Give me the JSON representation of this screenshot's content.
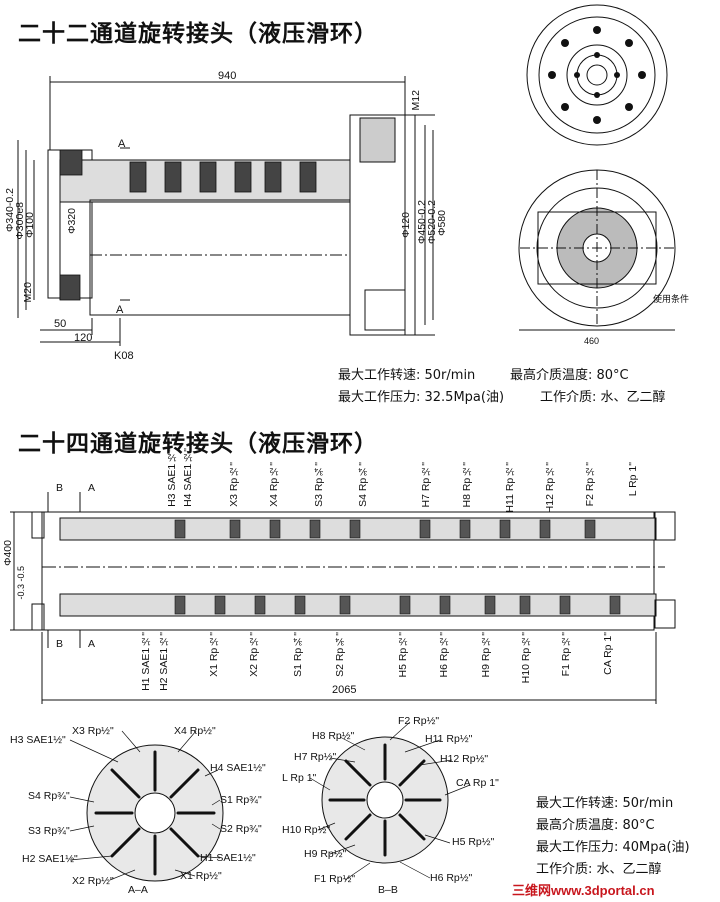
{
  "title1": "二十二通道旋转接头（液压滑环）",
  "title2": "二十四通道旋转接头（液压滑环）",
  "d1": {
    "len940": "940",
    "m12": "M12",
    "m20": "M20",
    "d340": "Φ340-0.2",
    "d300": "Φ300e8",
    "d100": "Φ100",
    "d320": "Φ320",
    "d120": "Φ120",
    "d450": "Φ450-0.2",
    "d520": "Φ520-0.2",
    "d580": "Φ580",
    "d50": "50",
    "d120b": "120",
    "model": "K08",
    "sec_a": "A",
    "cond": "使用条件",
    "d460": "460",
    "spec1": "最大工作转速: 50r/min",
    "spec2": "最高介质温度: 80°C",
    "spec3": "最大工作压力: 32.5Mpa(油)",
    "spec4": "工作介质: 水、乙二醇"
  },
  "d2": {
    "top_labels": [
      "H3 SAE1½\"",
      "H4 SAE1½\"",
      "X3 Rp½\"",
      "X4 Rp½\"",
      "S3 Rp¾\"",
      "S4 Rp¾\"",
      "H7 Rp½\"",
      "H8 Rp½\"",
      "H11 Rp½\"",
      "H12 Rp½\"",
      "F2 Rp½\"",
      "L Rp 1\""
    ],
    "bottom_labels": [
      "H1 SAE1½\"",
      "H2 SAE1½\"",
      "X1 Rp½\"",
      "X2 Rp½\"",
      "S1 Rp¾\"",
      "S2 Rp¾\"",
      "H5 Rp½\"",
      "H6 Rp½\"",
      "H9 Rp½\"",
      "H10 Rp½\"",
      "F1 Rp½\"",
      "CA Rp 1\""
    ],
    "d400": "Φ400",
    "tol": "-0.3 -0.5",
    "len2065": "2065",
    "sec_b": "B",
    "sec_a": "A"
  },
  "aa": {
    "labels": [
      "H3 SAE1½\"",
      "X3 Rp½\"",
      "X4 Rp½\"",
      "H4 SAE1½\"",
      "S4 Rp¾\"",
      "S1 Rp¾\"",
      "S3 Rp¾\"",
      "S2 Rp¾\"",
      "H2 SAE1½\"",
      "H1 SAE1½\"",
      "X2 Rp½\"",
      "X1 Rp½\""
    ],
    "name": "A–A"
  },
  "bb": {
    "labels": [
      "F2 Rp½\"",
      "H8 Rp½\"",
      "H11 Rp½\"",
      "H7 Rp½\"",
      "H12 Rp½\"",
      "L Rp 1\"",
      "CA Rp 1\"",
      "H10 Rp½\"",
      "H5 Rp½\"",
      "H9 Rp½\"",
      "F1 Rp½\"",
      "H6 Rp½\""
    ],
    "name": "B–B"
  },
  "spec2": {
    "l1": "最大工作转速: 50r/min",
    "l2": "最高介质温度: 80°C",
    "l3": "最大工作压力: 40Mpa(油)",
    "l4": "工作介质: 水、乙二醇"
  },
  "watermark": "三维网www.3dportal.cn"
}
